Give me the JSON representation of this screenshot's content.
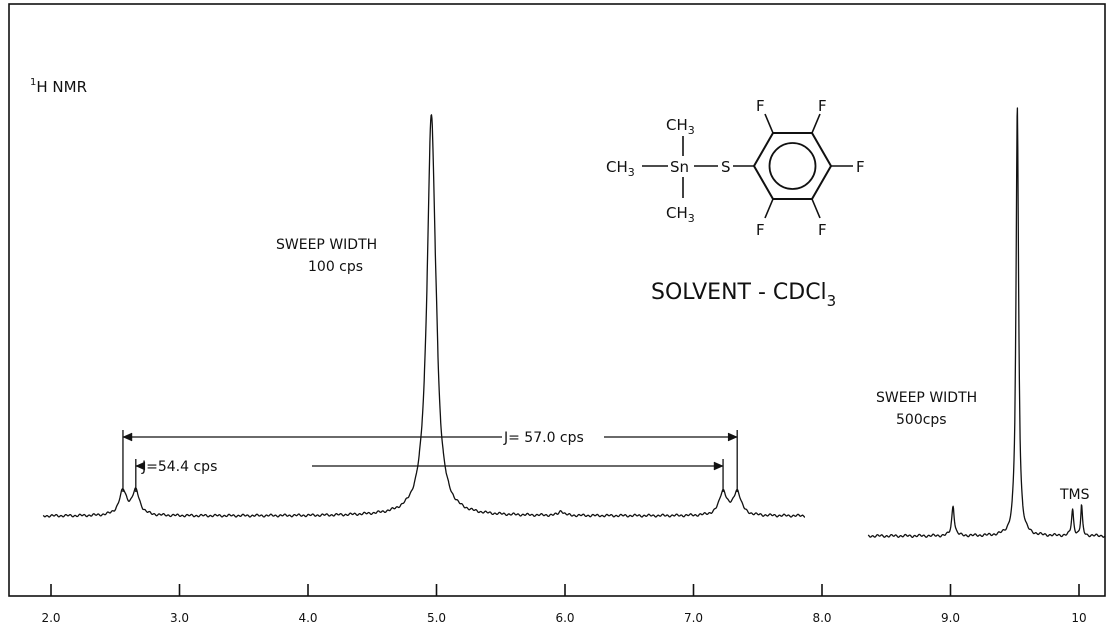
{
  "chart_data": {
    "type": "line",
    "title": "",
    "ylabel": "",
    "label_prefix_sup": "1",
    "label_main": "H  NMR",
    "xlabel": "",
    "xlim": [
      1.88,
      10.2
    ],
    "ticks": [
      2.0,
      3.0,
      4.0,
      5.0,
      6.0,
      7.0,
      8.0,
      9.0,
      10.0
    ],
    "tick_labels": [
      "2.0",
      "3.0",
      "4.0",
      "5.0",
      "6.0",
      "7.0",
      "8.0",
      "9.0",
      "10"
    ],
    "grid": false,
    "legend": "none",
    "series": [
      {
        "segment": "sweep-100",
        "x_range": [
          1.94,
          7.87
        ],
        "baseline": 0.0,
        "peaks": [
          {
            "x": 2.56,
            "height": 0.06,
            "width": 0.035
          },
          {
            "x": 2.66,
            "height": 0.06,
            "width": 0.035
          },
          {
            "x": 4.96,
            "height": 1.0,
            "width": 0.04
          },
          {
            "x": 5.0,
            "height": 0.05,
            "width": 0.012
          },
          {
            "x": 5.97,
            "height": 0.012,
            "width": 0.02
          },
          {
            "x": 7.23,
            "height": 0.06,
            "width": 0.035
          },
          {
            "x": 7.34,
            "height": 0.06,
            "width": 0.035
          }
        ]
      },
      {
        "segment": "sweep-500",
        "x_range": [
          8.36,
          10.2
        ],
        "baseline": 0.0,
        "peaks": [
          {
            "x": 9.02,
            "height": 0.07,
            "width": 0.012
          },
          {
            "x": 9.52,
            "height": 1.0,
            "width": 0.012
          },
          {
            "x": 9.95,
            "height": 0.06,
            "width": 0.01
          },
          {
            "x": 10.02,
            "height": 0.07,
            "width": 0.008
          }
        ]
      }
    ],
    "annotations": {
      "sweep1_line1": "SWEEP  WIDTH",
      "sweep1_line2": "100 cps",
      "sweep2_line1": "SWEEP  WIDTH",
      "sweep2_line2": "500cps",
      "tms": "TMS",
      "j_outer": "J= 57.0 cps",
      "j_inner": "J=54.4 cps",
      "solvent_main": "SOLVENT  -  CDCl",
      "solvent_sub": "3"
    },
    "couplings": [
      {
        "name": "j-outer",
        "from": 2.56,
        "to": 7.34
      },
      {
        "name": "j-inner",
        "from": 2.66,
        "to": 7.23
      }
    ]
  },
  "structure": {
    "ch3": "CH",
    "ch3_sub": "3",
    "sn": "Sn",
    "s": "S",
    "f": "F"
  }
}
